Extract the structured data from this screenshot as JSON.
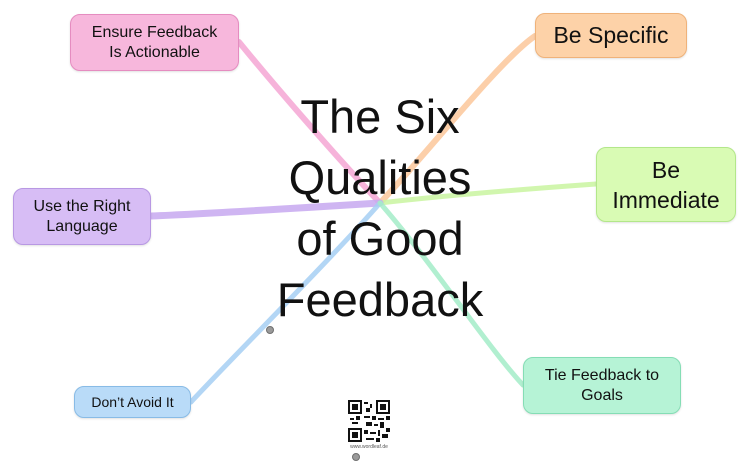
{
  "title": {
    "lines": [
      "The Six",
      "Qualities",
      "of Good",
      "Feedback"
    ]
  },
  "nodes": {
    "actionable": {
      "lines": [
        "Ensure Feedback",
        "Is Actionable"
      ],
      "color": "#f7b7dc"
    },
    "specific": {
      "lines": [
        "Be Specific"
      ],
      "color": "#fdd2a8"
    },
    "immediate": {
      "lines": [
        "Be",
        "Immediate"
      ],
      "color": "#d9fbb4"
    },
    "language": {
      "lines": [
        "Use the Right",
        "Language"
      ],
      "color": "#d7bdf5"
    },
    "avoid": {
      "lines": [
        "Don’t Avoid It"
      ],
      "color": "#b9dbf8"
    },
    "goals": {
      "lines": [
        "Tie Feedback to",
        "Goals"
      ],
      "color": "#b6f3d6"
    }
  },
  "branch_colors": {
    "actionable": "#f5a6d3",
    "specific": "#fcc79a",
    "immediate": "#c9f5a0",
    "language": "#c7a8f0",
    "avoid": "#a6cff3",
    "goals": "#a3ecc8"
  },
  "qr": {
    "caption": "www.wordleaf.de",
    "icon": "qr-code-icon"
  }
}
